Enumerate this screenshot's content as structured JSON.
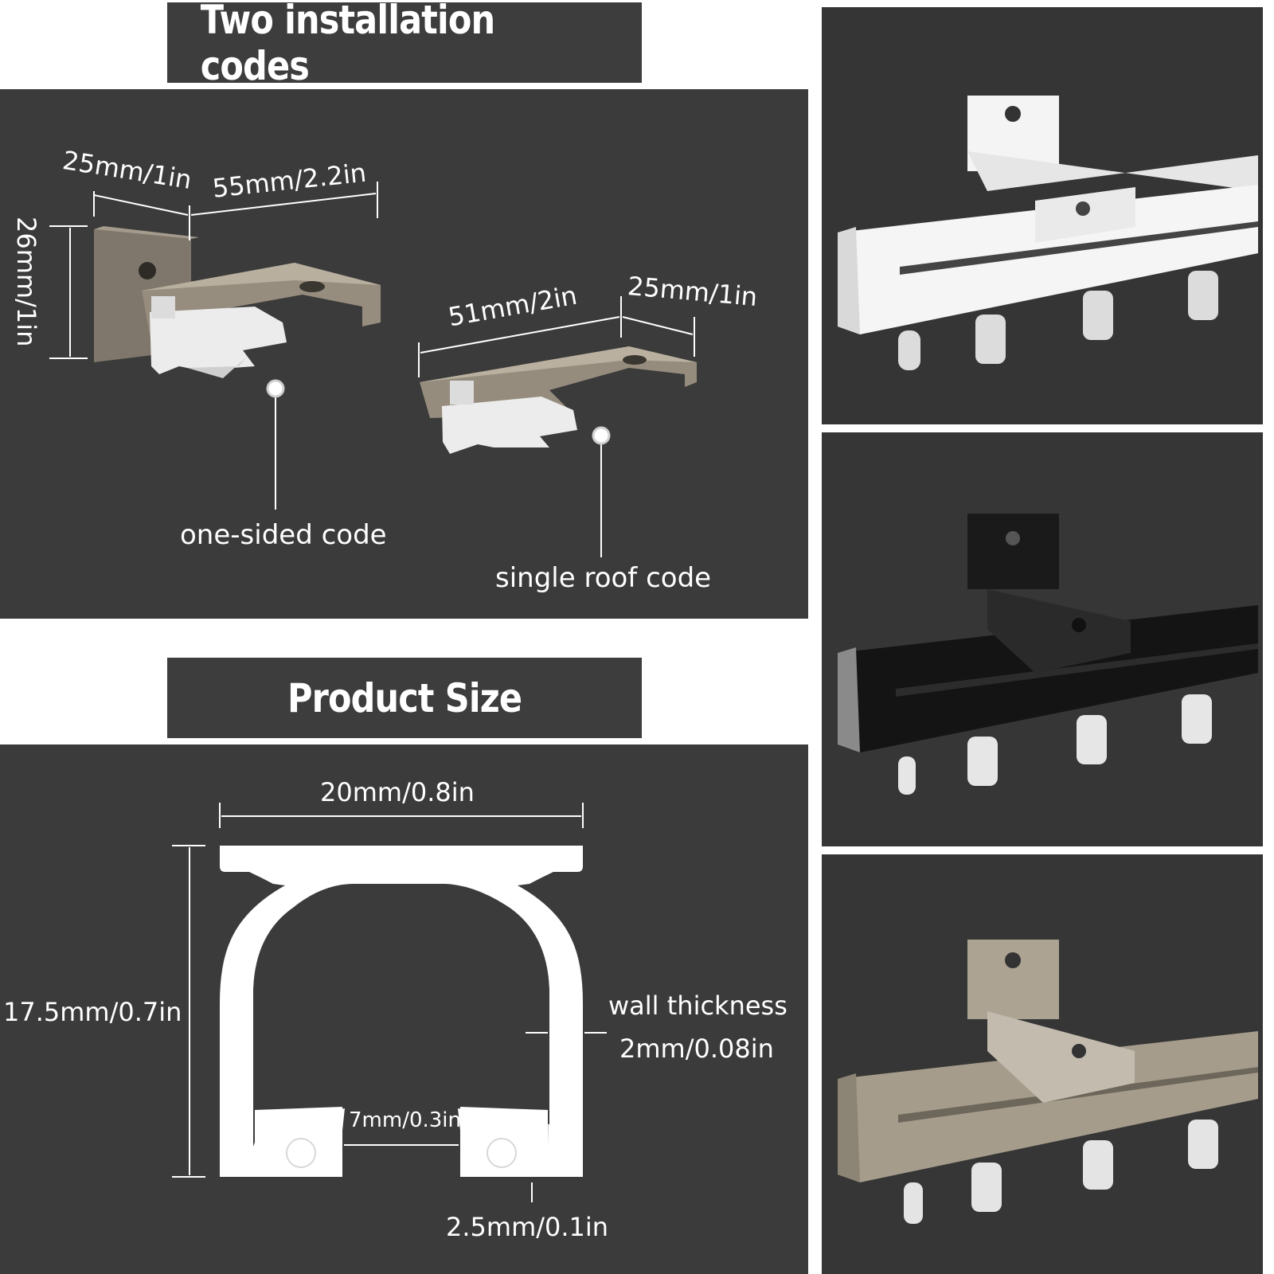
{
  "installation": {
    "title": "Two installation codes",
    "dim_25mm_1": "25mm/1in",
    "dim_55mm": "55mm/2.2in",
    "dim_26mm": "26mm/1in",
    "dim_51mm": "51mm/2in",
    "dim_25mm_2": "25mm/1in",
    "label_one_sided": "one-sided code",
    "label_single_roof": "single roof code"
  },
  "product_size": {
    "title": "Product Size",
    "width": "20mm/0.8in",
    "height": "17.5mm/0.7in",
    "wall_label": "wall thickness",
    "wall_value": "2mm/0.08in",
    "gap": "7mm/0.3in",
    "bottom": "2.5mm/0.1in"
  },
  "colors": {
    "panel": "#3b3b3b",
    "banner": "#3d3d3d",
    "white_rail": "#f2f2f2",
    "black_rail": "#151515",
    "champagne_rail": "#a89f8f"
  },
  "variants": [
    "white",
    "black",
    "champagne"
  ]
}
